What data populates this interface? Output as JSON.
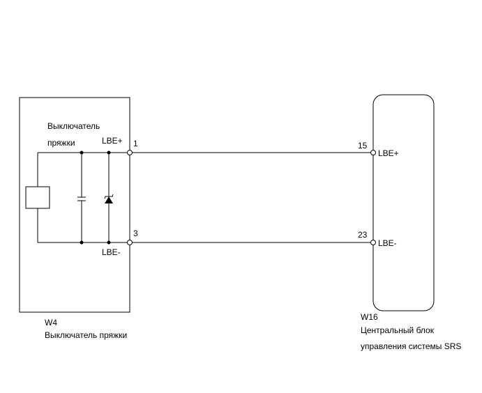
{
  "components": {
    "left": {
      "id": "W4",
      "name": "Выключатель пряжки",
      "inner_label_line1": "Выключатель",
      "inner_label_line2": "пряжки"
    },
    "right": {
      "id": "W16",
      "name_line1": "Центральный блок",
      "name_line2": "управления системы SRS"
    }
  },
  "pins": {
    "left_top": {
      "number": "1",
      "signal": "LBE+"
    },
    "left_bottom": {
      "number": "3",
      "signal": "LBE-"
    },
    "right_top": {
      "number": "15",
      "signal": "LBE+"
    },
    "right_bottom": {
      "number": "23",
      "signal": "LBE-"
    }
  },
  "colors": {
    "line": "#000000",
    "background": "#ffffff"
  }
}
